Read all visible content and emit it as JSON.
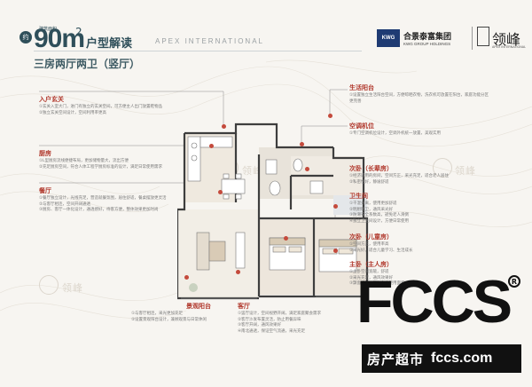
{
  "header": {
    "badge": "约",
    "area": "90m",
    "area_sup": "2",
    "area_small": "建筑面积",
    "title": "户型解读",
    "english": "APEX INTERNATIONAL",
    "subtitle": "三房两厅两卫（竖厅）"
  },
  "brand": {
    "kwg_box": "KWG",
    "kwg_cn": "合景泰富集团",
    "kwg_en": "KWG GROUP HOLDINGS",
    "project_cn": "领峰",
    "project_en": "APEX INTERNATIONAL"
  },
  "annotations": {
    "entry": {
      "title": "入户玄关",
      "lines": [
        "①玄关入室大门，进门有独立的玄关空间，可方便主人出门放置鞋物品",
        "②独立玄关空间设计，空间利用率更高"
      ]
    },
    "kitchen": {
      "title": "厨房",
      "lines": [
        "①L型厨房流线便捷布局，更加储物量大，流出方便",
        "②充足厨房空间，符合人体工程学厨房标准的设计，满足日常使用需求"
      ]
    },
    "dining": {
      "title": "餐厅",
      "lines": [
        "①餐厅独立设计，光线充足，营造就餐氛围，居住舒适，餐桌摆放更灵活",
        "②与客厅相连，空间开阔通透",
        "③厨房、客厅一体化设计，通透感好，待客方便，整体效果更加时尚"
      ]
    },
    "service_balcony": {
      "title": "生活阳台",
      "lines": [
        "①设置独立生活阳台空间，方便晾晒衣物，洗衣机可放置在阳台，家庭功能分区更完善"
      ]
    },
    "ac": {
      "title": "空调机位",
      "lines": [
        "①专门空调机位设计，空调外机统一放置，美观实用"
      ]
    },
    "master": {
      "title": "次卧（长辈房）",
      "lines": [
        "①经济适用的房间，空间方正，采光充足，适合老人居住",
        "②私密性好，静谧舒适"
      ]
    },
    "bathroom": {
      "title": "卫生间",
      "lines": [
        "①干湿分离，使用更加舒适",
        "②明厨明卫，通风采光好",
        "③防潮安全系数高，避免老人滑倒",
        "④独立卫生间设计，方便日常使用"
      ]
    },
    "second": {
      "title": "次卧（儿童房）",
      "lines": [
        "①空间方正，使用率高",
        "②采光好，适合儿童学习、生活成长"
      ]
    },
    "main_bed": {
      "title": "主卧（主人房）",
      "lines": [
        "①主卧空间宽敞，舒适",
        "②采光充足，通风效果好",
        "③飘窗设计，增加室内使用面积"
      ]
    },
    "view_balcony": {
      "title": "景观阳台",
      "lines": [
        "①与客厅相连，采光更加充足",
        "②设置景观阳台设计，兼顾观景与日常休闲"
      ]
    },
    "living": {
      "title": "客厅",
      "lines": [
        "①竖厅设计，空间视野开阔，满足家庭聚会需求",
        "②客厅沙发布置灵活，防止用餐异味",
        "③客厅开阔，通风效果好",
        "④南北通透，保证空气流通，采光充足"
      ]
    }
  },
  "watermark": {
    "text": "领峰"
  },
  "fccs": {
    "letters": "FCCS",
    "reg": "R",
    "cn": "房产超市",
    "domain": "fccs.com"
  },
  "colors": {
    "accent": "#b0372b",
    "header": "#2f4f5a",
    "kwg": "#1f3b73"
  }
}
